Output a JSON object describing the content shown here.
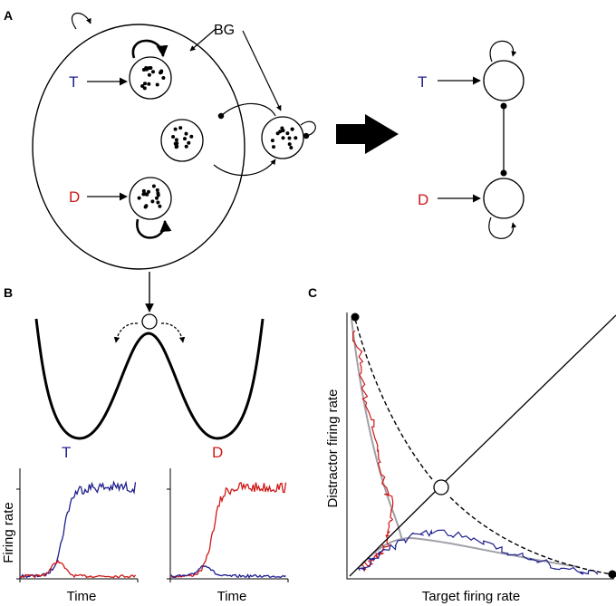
{
  "panels": {
    "a": "A",
    "b": "B",
    "c": "C"
  },
  "panel_a": {
    "bg_label": "BG",
    "target_label": "T",
    "distractor_label": "D"
  },
  "panel_b": {
    "target_label": "T",
    "distractor_label": "D",
    "ylabel": "Firing rate",
    "xlabel_left": "Time",
    "xlabel_right": "Time"
  },
  "panel_c": {
    "xlabel": "Target firing rate",
    "ylabel": "Distractor firing rate"
  },
  "colors": {
    "target": "#1f1f8f",
    "distractor": "#d01818",
    "ink": "#000000",
    "nullcline": "#a0a0a8"
  }
}
